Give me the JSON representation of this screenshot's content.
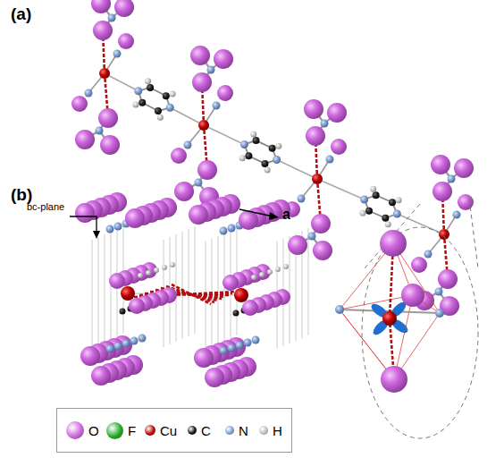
{
  "diagram": {
    "labels": [
      "(a)",
      "a",
      "(b)",
      "bc-plane"
    ],
    "legend": [
      {
        "text": "O",
        "color": "#cc66dd"
      },
      {
        "text": "F",
        "color": "#22aa22"
      },
      {
        "text": "Cu",
        "color": "#c00000"
      },
      {
        "text": "C",
        "color": "#111111"
      },
      {
        "text": "N",
        "color": "#7f9dd0"
      },
      {
        "text": "H",
        "color": "#c0c0c0"
      }
    ]
  }
}
